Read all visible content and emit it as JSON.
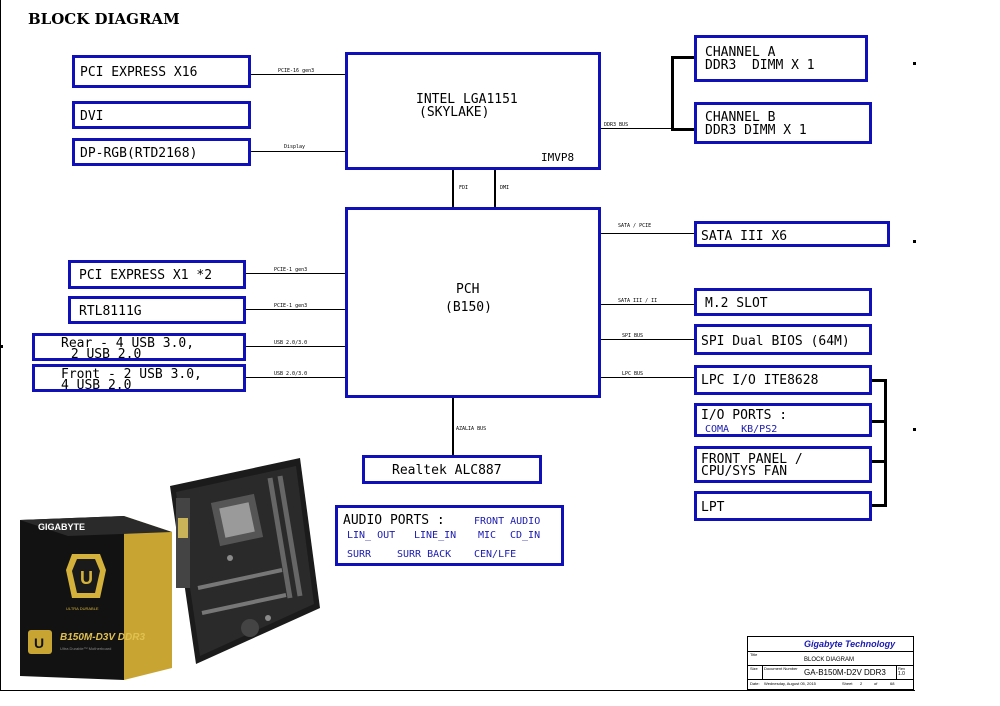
{
  "title": "BLOCK DIAGRAM",
  "blocks": {
    "cpu": {
      "line1": "INTEL LGA1151",
      "line2": "(SKYLAKE)",
      "tag": "IMVP8"
    },
    "pch": {
      "line1": "PCH",
      "line2": "(B150)"
    },
    "pcie_x16": "PCI EXPRESS X16",
    "dvi": "DVI",
    "dp_rgb": "DP-RGB(RTD2168)",
    "channel_a": {
      "line1": "CHANNEL A",
      "line2": "DDR3  DIMM X 1"
    },
    "channel_b": {
      "line1": "CHANNEL B",
      "line2": "DDR3 DIMM X 1"
    },
    "pcie_x1": "PCI EXPRESS X1 *2",
    "rtl": "RTL8111G",
    "usb_rear": {
      "line1": "Rear - 4 USB 3.0,",
      "line2": " 2 USB 2.0"
    },
    "usb_front": {
      "line1": "Front - 2 USB 3.0,",
      "line2": "4 USB 2.0"
    },
    "sata": "SATA III X6",
    "m2": "M.2 SLOT",
    "spi": "SPI Dual BIOS (64M)",
    "lpc_io": "LPC I/O ITE8628",
    "io_ports": {
      "line1": "I/O PORTS :",
      "line2": "COMA  KB/PS2"
    },
    "front_panel": {
      "line1": "FRONT PANEL /",
      "line2": "CPU/SYS FAN"
    },
    "lpt": "LPT",
    "realtek": "Realtek ALC887",
    "audio": {
      "heading": "AUDIO PORTS :",
      "front_audio": "FRONT AUDIO",
      "lin_out": "LIN_ OUT",
      "line_in": "LINE_IN",
      "mic": "MIC",
      "cd_in": "CD_IN",
      "surr": "SURR",
      "surr_back": "SURR BACK",
      "cen_lfe": "CEN/LFE"
    }
  },
  "bus_labels": {
    "pcie16": "PCIE-16 gen3",
    "display": "Display",
    "ddr3": "DDR3 BUS",
    "fdi": "FDI",
    "dmi": "DMI",
    "sata_pcie": "SATA / PCIE",
    "pcie1_a": "PCIE-1 gen3",
    "pcie1_b": "PCIE-1 gen3",
    "usb_a": "USB 2.0/3.0",
    "usb_b": "USB 2.0/3.0",
    "sata3": "SATA III / II",
    "spi": "SPI BUS",
    "lpc": "LPC BUS",
    "azalia": "AZALIA BUS"
  },
  "title_block": {
    "company": "Gigabyte Technology",
    "title_label": "Title",
    "title": "BLOCK DIAGRAM",
    "size_label": "Size",
    "doc_label": "Document Number",
    "doc_number": "GA-B150M-D2V DDR3",
    "rev_label": "Rev",
    "rev": "1.0",
    "date_label": "Date:",
    "date": "Wednesday, August 05, 2015",
    "sheet_label": "Sheet",
    "sheet": "2",
    "of_label": "of",
    "sheets": "68"
  },
  "product": {
    "brand": "GIGABYTE",
    "model": "B150M-D3V DDR3",
    "badge": "ULTRA DURABLE",
    "tagline": "Ultra Durable™ Motherboard"
  },
  "colors": {
    "box_border": "#1010b8",
    "line": "#000000"
  }
}
